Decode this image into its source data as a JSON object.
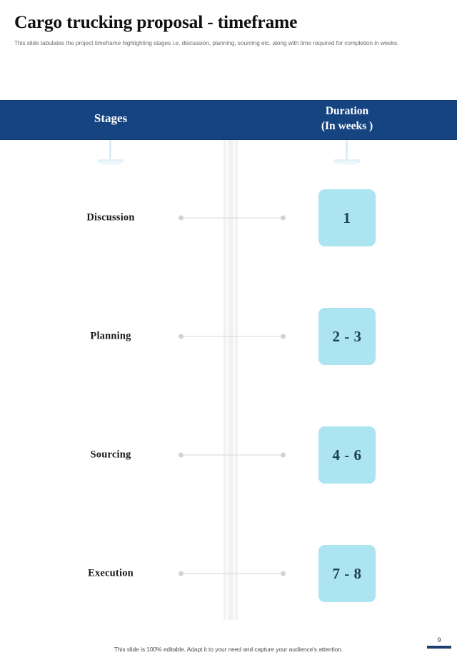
{
  "slide": {
    "title": "Cargo trucking proposal - timeframe",
    "subtitle": "This slide tabulates the project timeframe highlighting stages i.e. discussion, planning, sourcing etc. along with time required for completion in weeks."
  },
  "table": {
    "header": {
      "stages_label": "Stages",
      "duration_label": "Duration",
      "duration_sublabel": "(In weeks )"
    },
    "rows": [
      {
        "stage": "Discussion",
        "duration": "1"
      },
      {
        "stage": "Planning",
        "duration": "2 - 3"
      },
      {
        "stage": "Sourcing",
        "duration": "4 - 6"
      },
      {
        "stage": "Execution",
        "duration": "7 - 8"
      }
    ]
  },
  "footer": {
    "note": "This slide is 100% editable. Adapt it to your need and capture your audience's attention.",
    "page_number": "9"
  },
  "colors": {
    "header_band": "#154480",
    "duration_box": "#ace4f2",
    "duration_text": "#1d3f55",
    "center_strip": "#f1f1f1",
    "page_bar": "#1c3f6e"
  }
}
